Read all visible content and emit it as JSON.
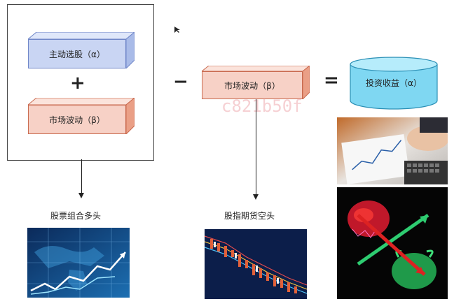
{
  "left_group": {
    "alpha_box": "主动选股（α）",
    "plus": "+",
    "beta_box": "市场波动（β）",
    "caption": "股票组合多头"
  },
  "middle_group": {
    "minus": "−",
    "beta_box": "市场波动（β）",
    "caption": "股指期货空头"
  },
  "right_group": {
    "equals": "=",
    "result_cylinder": "投资收益（α）"
  },
  "watermark": "c821b50f",
  "colors": {
    "blue_box": "#c9d5f3",
    "red_box": "#f7d1c6",
    "cylinder": "#7fd7f2"
  },
  "images": [
    "stock-map-image",
    "candlestick-chart-image",
    "trading-desk-image",
    "bull-bear-image"
  ]
}
